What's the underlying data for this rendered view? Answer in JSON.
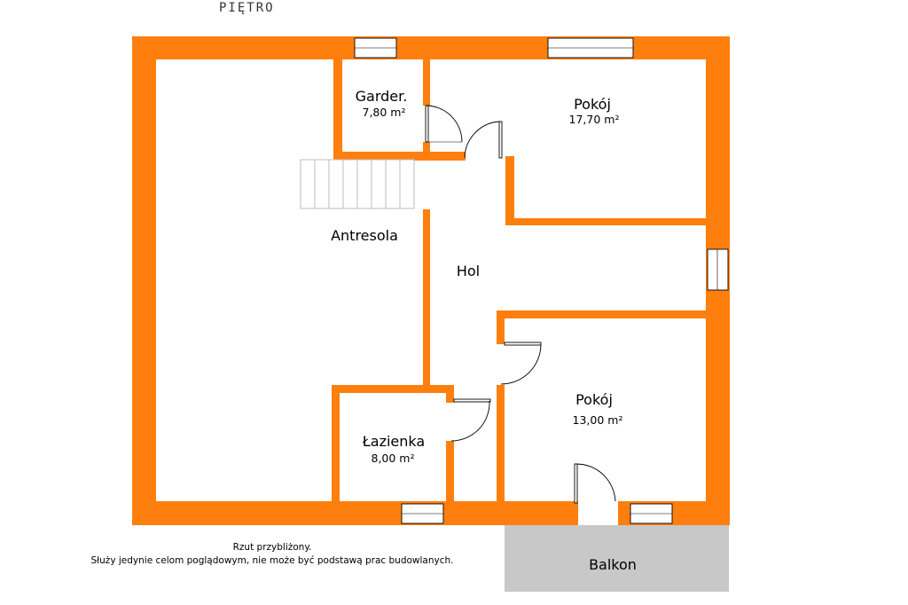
{
  "floor_title": "PIĘTRO",
  "rooms": {
    "garderoba": {
      "name": "Garder.",
      "area": "7,80 m²"
    },
    "pokoj_top": {
      "name": "Pokój",
      "area": "17,70 m²"
    },
    "antresola": {
      "name": "Antresola"
    },
    "hol": {
      "name": "Hol"
    },
    "pokoj_bottom": {
      "name": "Pokój",
      "area": "13,00 m²"
    },
    "lazienka": {
      "name": "Łazienka",
      "area": "8,00 m²"
    }
  },
  "balcony": {
    "name": "Balkon"
  },
  "disclaimer": {
    "line1": "Rzut przybliżony.",
    "line2": "Służy jedynie celom poglądowym, nie może być podstawą prac budowlanych."
  },
  "colors": {
    "wall": "#ff7f0e",
    "balcony": "#c8c8c8",
    "window": "#ffffff"
  }
}
